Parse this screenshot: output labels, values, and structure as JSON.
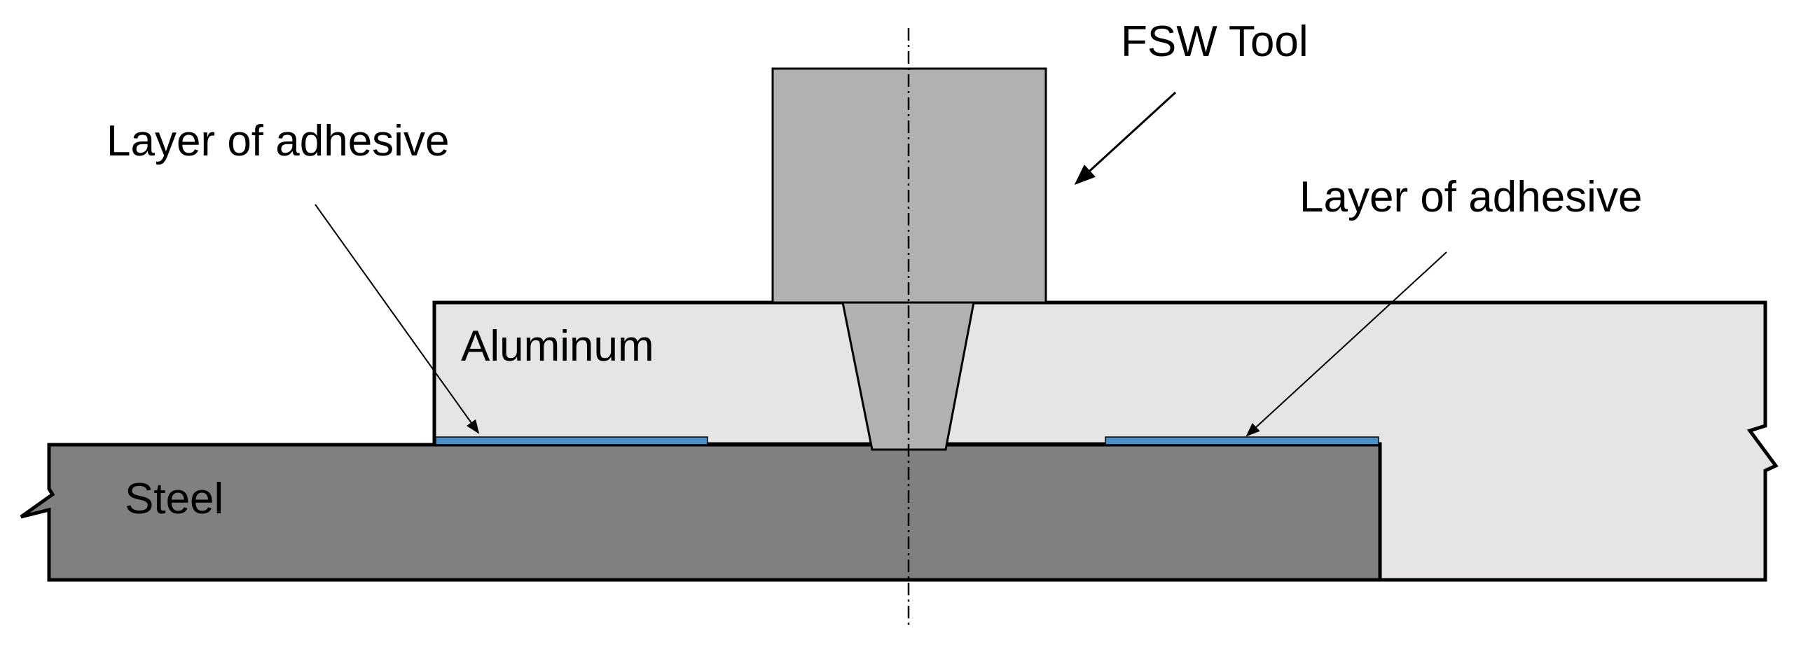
{
  "labels": {
    "tool": "FSW Tool",
    "adhesive_left": "Layer of adhesive",
    "adhesive_right": "Layer of adhesive",
    "aluminum": "Aluminum",
    "steel": "Steel"
  },
  "colors": {
    "tool": "#b3b0b0",
    "aluminum": "#e6e4e5",
    "steel": "#808080",
    "adhesive": "#4a90c8",
    "outline": "#000000"
  }
}
